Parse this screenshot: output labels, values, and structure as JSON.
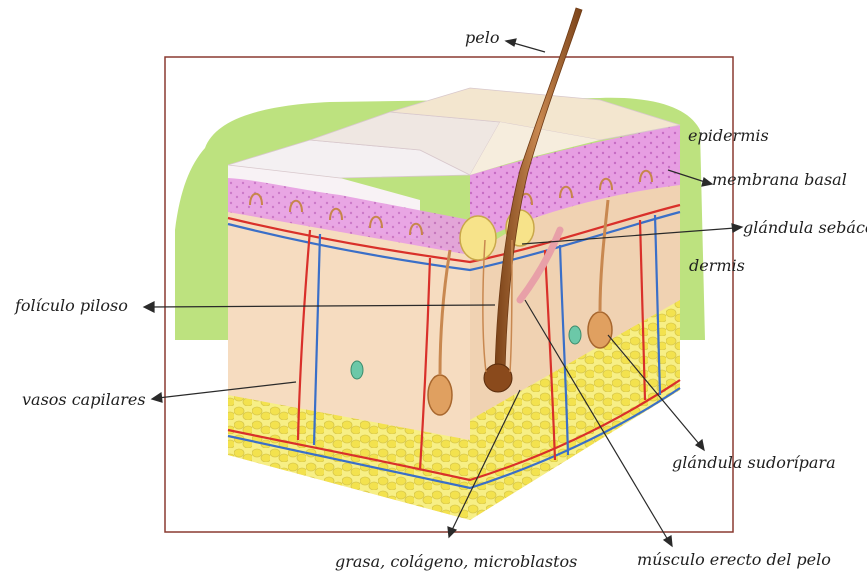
{
  "diagram": {
    "labels": {
      "pelo": "pelo",
      "epidermis": "epidermis",
      "membrana_basal": "membrana basal",
      "glandula_sebacea": "glándula sebácea",
      "dermis": "dermis",
      "foliculo_piloso": "folículo piloso",
      "vasos_capilares": "vasos capilares",
      "glandula_sudoripara": "glándula sudorípara",
      "grasa": "grasa, colágeno, microblastos",
      "musculo": "músculo erecto del pelo"
    },
    "colors": {
      "background_green": "#b9e07a",
      "frame": "#8a3a30",
      "epidermis": "#e69be0",
      "epidermis_top": "#f6f0f4",
      "dermis": "#f6dcc0",
      "fat": "#f4ea6a",
      "artery": "#d9302a",
      "vein": "#3a6fc8",
      "hair": "#a8672e",
      "arrow": "#2a2a2a"
    }
  }
}
